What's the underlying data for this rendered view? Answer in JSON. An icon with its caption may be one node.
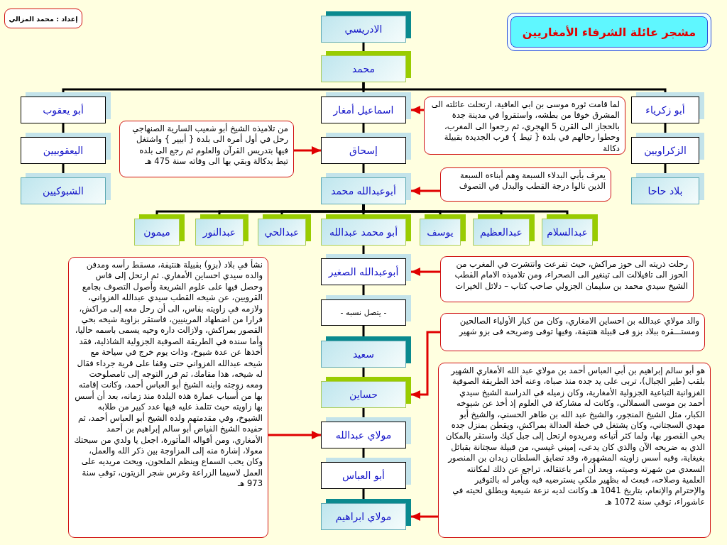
{
  "diagram": {
    "title": "مشجر عائلة الشرفاء الأمغاريين",
    "nodes": [
      {
        "text": [
          "الادريسي"
        ]
      },
      {
        "text": [
          "إعداد : محمد المزالي"
        ]
      },
      {
        "text": [
          "محمد"
        ]
      },
      {
        "text": [
          "أبو زكرياء"
        ]
      },
      {
        "text": [
          "لما قامت ثورة موسى بن ابي العافية، ارتحلت عائلته الى المشرق خوفا من بطشه، واستقروا في مدينة جدة بالحجاز الى القرن 5 الهجري، ثم رجعوا الى المغرب، وحطوا رحالهم في بلدة { تيط } قرب الجديدة بقبيلة دكالة"
        ]
      },
      {
        "text": [
          "اسماعيل أمغار"
        ]
      },
      {
        "text": [
          "أبو يعقوب"
        ]
      },
      {
        "text": [
          "الزكراويين"
        ]
      },
      {
        "text": [
          "إسحاق"
        ]
      },
      {
        "text": [
          "من تلاميذه الشيخ أبو شعيب السارية الصنهاجي رحل في أول أمره الى بلدة { أبيير } واشتغل فيها بتدريس القرآن والعلوم ثم رجع الى بلده تيط بدكالة وبقي بها الى وفاته سنة 475 هـ"
        ]
      },
      {
        "text": [
          "اليعقوبيين"
        ]
      },
      {
        "text": [
          "بلاد حاحا"
        ]
      },
      {
        "text": [
          "يعرف بأبي البدلاء السبعة وهم أبناءه السبعة الذين نالوا درجة القطب والبدل في التصوف"
        ]
      },
      {
        "text": [
          "أبوعبدالله محمد"
        ]
      },
      {
        "text": [
          "الشبوكيين"
        ]
      },
      {
        "text": [
          "عبدالسلام"
        ]
      },
      {
        "text": [
          "عبدالعظيم"
        ]
      },
      {
        "text": [
          "يوسف"
        ]
      },
      {
        "text": [
          "أبو محمد عبدالله"
        ]
      },
      {
        "text": [
          "عبدالحي"
        ]
      },
      {
        "text": [
          "عبدالنور"
        ]
      },
      {
        "text": [
          "ميمون"
        ]
      },
      {
        "text": [
          "رحلت ذريته الى حوز مراكش، حيث تفرعت وانتشرت في المغرب من الحوز الى تافيلالت الى تينغير الى الصحراء، ومن تلاميذه الامام القطب الشيخ سيدي محمد بن سليمان الجزولي صاحب كتاب – دلائل الخيرات"
        ]
      },
      {
        "text": [
          "أبوعبدالله الصغير"
        ]
      },
      {
        "text": [
          "نشأ في بلاد (بزو) بقبيلة هنتيفة، مسقط رأسه ومدفن والده سيدي احساين الأمغاري. ثم ارتحل إلى فاس وحصل فيها على علوم الشريعة وأصول التصوف بجامع القرويين، عن شيخه القطب سيدي عبدالله الغزواني، ولازمه في زاويته بفاس، الى أن رحل معه إلى مراكش، فرارا من اضطهاد المرينيين، فاستقر بزاوية شيخه بحي القصور بمراكش، ولازالت داره وحيه يسمى باسمه حاليا، وأما سنده في الطريقة الصوفية الجزولية الشاذلية، فقد أخذها عن عدة شيوخ، وذات يوم خرج في سياحة مع شيخه عبدالله الغزواني حتى وقفا على قرية جرداء فقال له شيخه، هذا مقامك، ثم قرر التوجه إلى تامصلوحت ومعه زوجته وابنه الشيخ أبو العباس أحمد، وكانت إقامته بها من أسباب عمارة هذه البلدة منذ زمانه، بعد أن أسس بها زاويته حيث تتلمذ عليه فيها عدد كبير من طلابه الشيوخ، وفي مقدمتهم ولده الشيخ أبو العباس أحمد، ثم حفيده الشيخ الفياض أبو سالم إبراهيم بن أحمد الأمغاري، ومن أقواله المأثورة، اجعل يا ولدي من سبحتك معولا، إشارة منه إلى المزاوجة بين ذكر الله والعمل، وكان يحب السماع وينظم الملحون، ويحث مريديه على العمل لاسيما الزراعة وغرس شجر الزيتون، توفي سنة 973 هـ"
        ]
      },
      {
        "text": [
          "- يتصل نسبه -"
        ]
      },
      {
        "text": [
          "والد مولاي عبدالله بن احساين الامغاري، وكان من كبار الأولياء الصالحين ومستـــقره ببلاد بزو فى قبيلة هنتيفة، وفيها توفى وضريحه فى بزو شهير"
        ]
      },
      {
        "text": [
          "سعيد"
        ]
      },
      {
        "text": [
          "حساين"
        ]
      },
      {
        "text": [
          "هو أبو سالم إبراهيم بن أبي العباس أحمد بن مولاي عبد الله الأمغاري الشهير بلقب (طير الجبال)، تربى على يد جده منذ صباه، وعنه أخذ الطريقة الصوفية الغزوانية التباعية الجزولية الأمغارية، وكان زميله في الدراسة الشيخ سيدي أحمد بن موسى السملالي، وكانت له مشاركة في العلوم إذ أخذ عن شيوخه الكبار، مثل الشيخ المنجور، والشيخ عبد الله بن طاهر الحسني، والشيخ أبو مهدي السجتاني، وكان يشتغل في خطة العدالة بمراكش، ويقطن بمنزل جده بحي القصور بها، ولما كثر أتباعه ومريدوه ارتحل إلى جبل كيك واستقر بالمكان الذي به ضريحه الآن والذي كان يدعى، إميني غيسي، من قبيلة سجتانة بقبائل بغيغاية، وفيه أسس زاويته المشهورة، وقد تضايق السلطان زيدان بن المنصور السعدي من شهرته وصيته، وبعد أن أمر باعتقاله، تراجع عن ذلك لمكانته العلمية وصلاحه، فبعث له بظهير ملكي يسترضيه فيه ويأمر له بالتوقير والإحترام والإنعام، بتاريخ 1041 هـ وكانت لديه نزعة شيعية ويطلق لحيته في عاشوراء، توفي سنة 1072 هـ"
        ]
      },
      {
        "text": [
          "مولاي عبدالله"
        ]
      },
      {
        "text": [
          "أبو العباس"
        ]
      },
      {
        "text": [
          "مولاي ابراهيم"
        ]
      }
    ],
    "edges": [
      {
        "from": 0,
        "to": 2,
        "arrow": "none"
      },
      {
        "from": 2,
        "to": 3,
        "arrow": "none"
      },
      {
        "from": 2,
        "to": 5,
        "arrow": "none"
      },
      {
        "from": 2,
        "to": 6,
        "arrow": "none"
      },
      {
        "from": 3,
        "to": 7,
        "arrow": "none"
      },
      {
        "from": 7,
        "to": 11,
        "arrow": "none"
      },
      {
        "from": 5,
        "to": 8,
        "arrow": "none"
      },
      {
        "from": 8,
        "to": 13,
        "arrow": "none"
      },
      {
        "from": 6,
        "to": 10,
        "arrow": "none"
      },
      {
        "from": 10,
        "to": 14,
        "arrow": "none"
      },
      {
        "from": 13,
        "to": 15,
        "arrow": "none"
      },
      {
        "from": 13,
        "to": 16,
        "arrow": "none"
      },
      {
        "from": 13,
        "to": 17,
        "arrow": "none"
      },
      {
        "from": 13,
        "to": 18,
        "arrow": "none"
      },
      {
        "from": 13,
        "to": 19,
        "arrow": "none"
      },
      {
        "from": 13,
        "to": 20,
        "arrow": "none"
      },
      {
        "from": 13,
        "to": 21,
        "arrow": "none"
      },
      {
        "from": 18,
        "to": 23,
        "arrow": "none"
      },
      {
        "from": 23,
        "to": 25,
        "arrow": "none"
      },
      {
        "from": 25,
        "to": 27,
        "arrow": "none"
      },
      {
        "from": 27,
        "to": 28,
        "arrow": "none"
      },
      {
        "from": 28,
        "to": 30,
        "arrow": "none"
      },
      {
        "from": 30,
        "to": 31,
        "arrow": "none"
      },
      {
        "from": 31,
        "to": 32,
        "arrow": "none"
      },
      {
        "from": 4,
        "to": 5,
        "arrow": "to",
        "color": "#e00000"
      },
      {
        "from": 9,
        "to": 8,
        "arrow": "to",
        "color": "#e00000"
      },
      {
        "from": 12,
        "to": 13,
        "arrow": "to",
        "color": "#e00000"
      },
      {
        "from": 22,
        "to": 23,
        "arrow": "to",
        "color": "#e00000"
      },
      {
        "from": 26,
        "to": 28,
        "arrow": "to",
        "color": "#e00000"
      },
      {
        "from": 24,
        "to": 30,
        "arrow": "to",
        "color": "#e00000"
      },
      {
        "from": 29,
        "to": 32,
        "arrow": "to",
        "color": "#e00000"
      }
    ]
  }
}
